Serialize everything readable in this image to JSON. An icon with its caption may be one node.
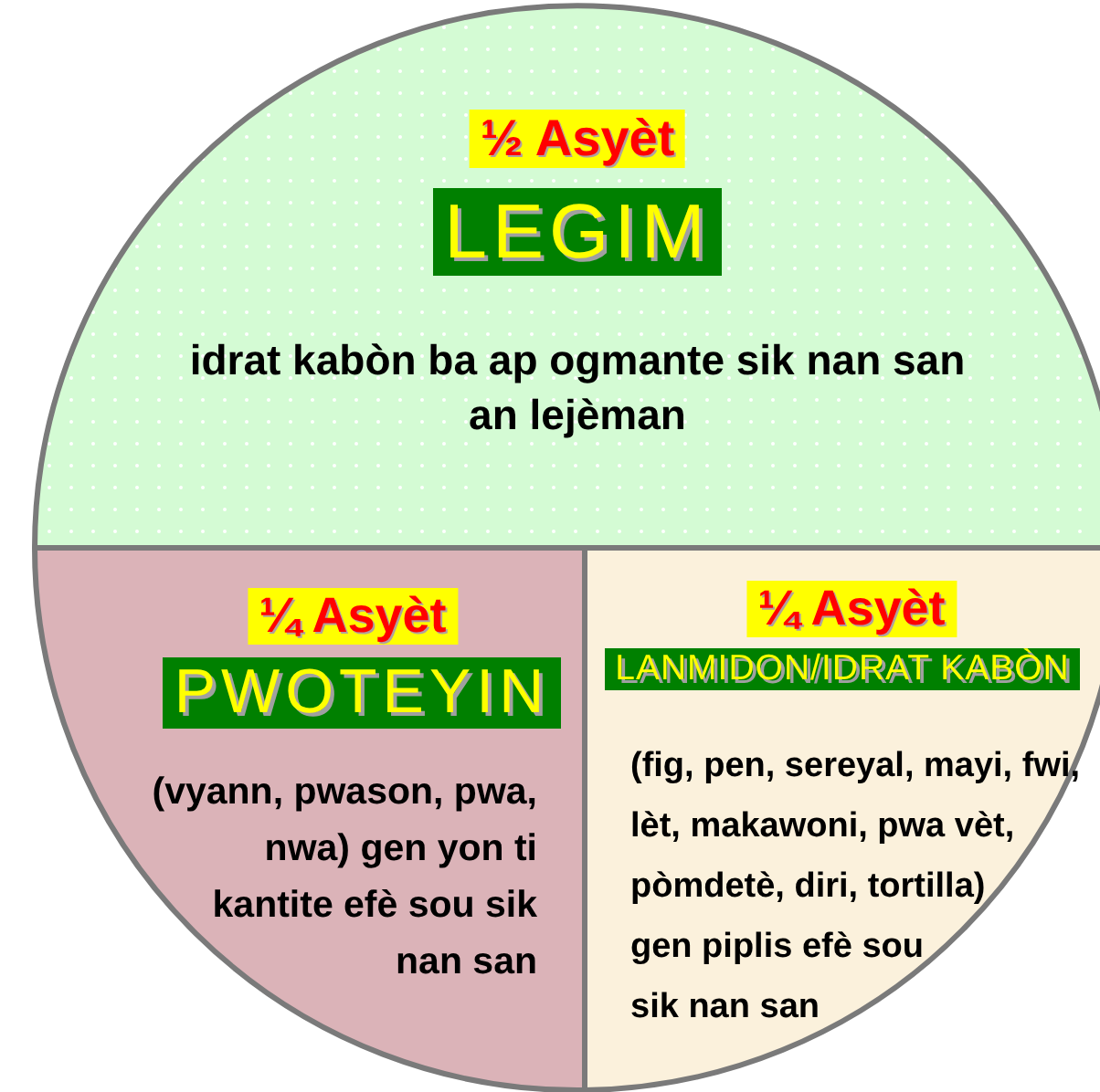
{
  "diagram": {
    "nodes": [
      {
        "text": [
          "½ Asyèt",
          "LEGIM",
          "idrat kabòn ba ap ogmante sik nan san an lejèman"
        ]
      },
      {
        "text": [
          "¼ Asyèt",
          "PWOTEYIN",
          "(vyann, pwason, pwa, nwa) gen yon ti kantite efè sou sik nan san"
        ]
      },
      {
        "text": [
          "¼ Asyèt",
          "LANMIDON/IDRAT KABÒN",
          "(fig, pen, sereyal, mayi, fwi, lèt, makawoni, pwa vèt, pòmdetè, diri, tortilla) gen piplis efè sou sik nan san"
        ]
      }
    ]
  }
}
